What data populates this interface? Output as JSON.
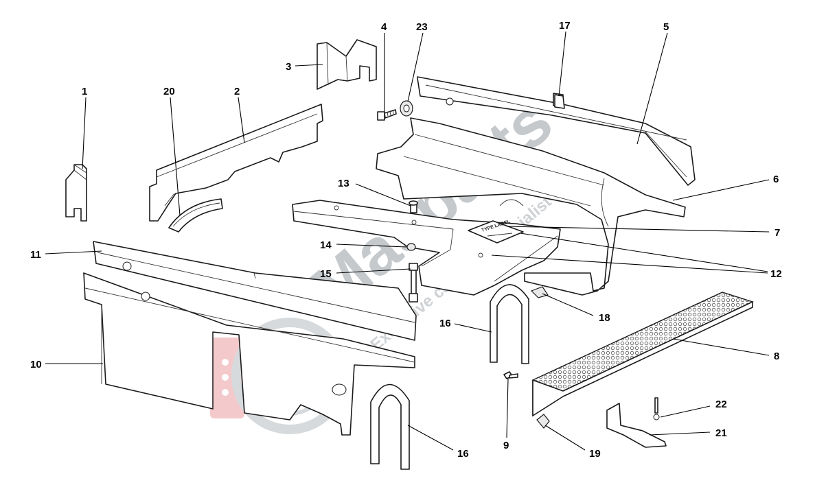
{
  "diagram": {
    "callouts": [
      "1",
      "2",
      "3",
      "4",
      "5",
      "6",
      "7",
      "8",
      "9",
      "10",
      "11",
      "12",
      "13",
      "14",
      "15",
      "16",
      "16",
      "17",
      "18",
      "19",
      "20",
      "21",
      "22",
      "23"
    ]
  },
  "watermark": {
    "brand": "Masparts",
    "tagline": "Exclusive car parts specialist",
    "color": "#bfc3c7",
    "accent_color": "#e8a3a8"
  },
  "plate_text": "TYPE LABEL",
  "colors": {
    "line": "#1a1a1a",
    "background": "#ffffff",
    "shade": "#e9e9e9"
  }
}
